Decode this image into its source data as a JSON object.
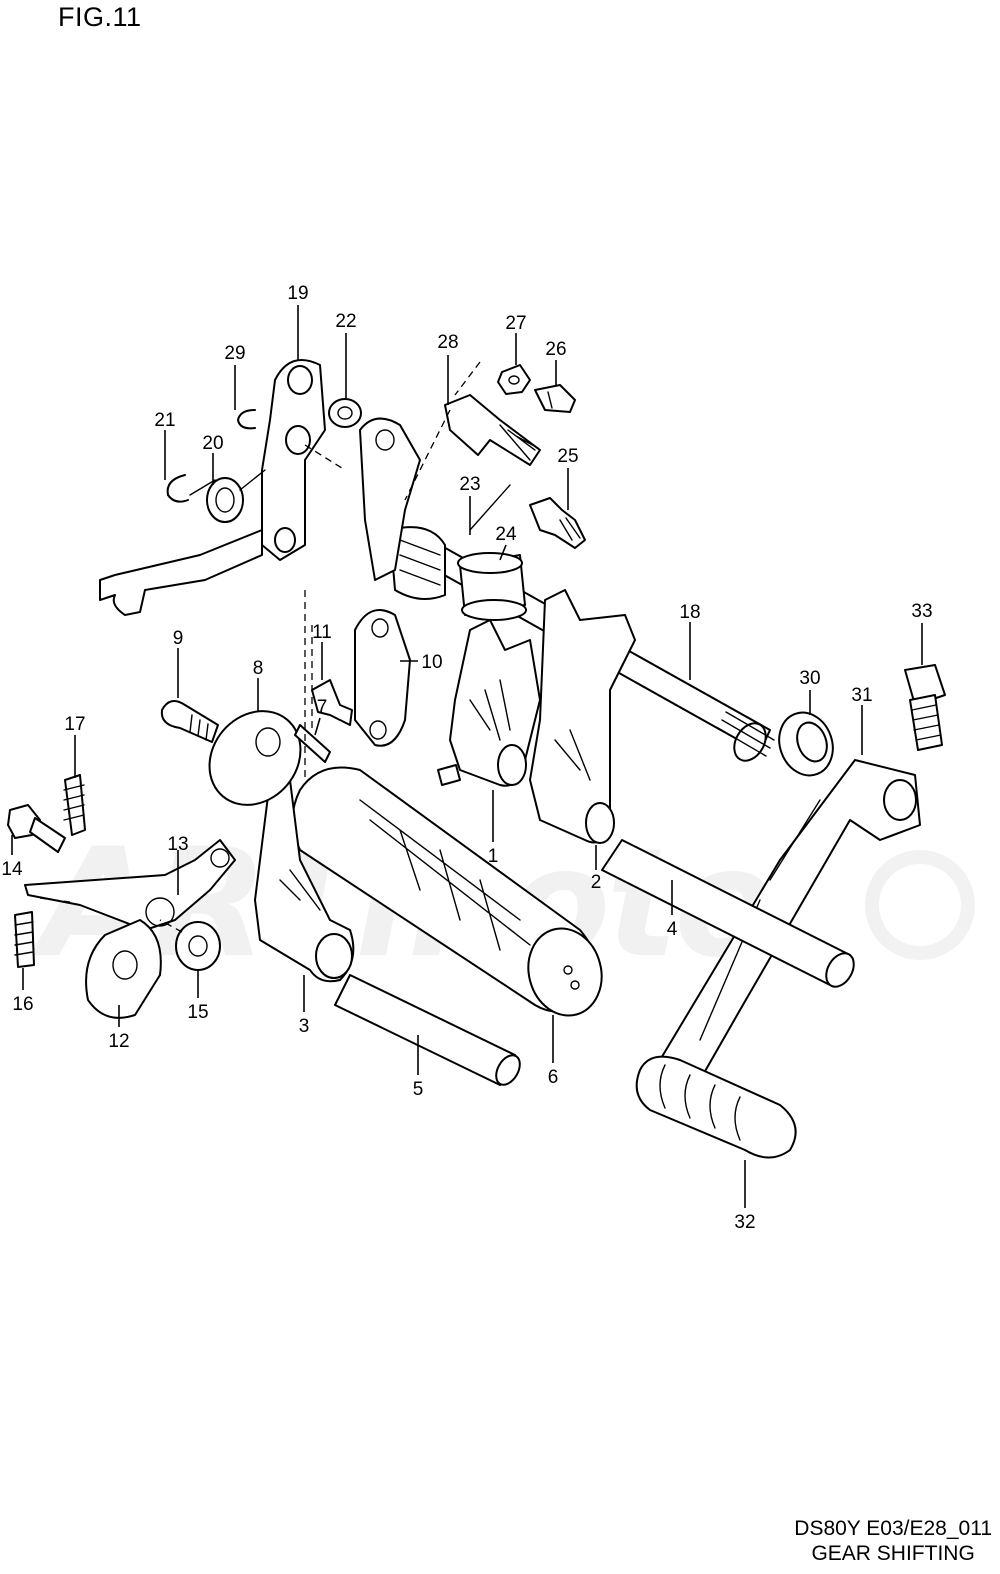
{
  "figure": {
    "title": "FIG.11"
  },
  "footer": {
    "model_code": "DS80Y  E03/E28_011",
    "section_name": "GEAR SHIFTING"
  },
  "watermark": {
    "text": "ARTmoto"
  },
  "callouts": [
    {
      "id": "1",
      "part": "gear-shift-fork-1"
    },
    {
      "id": "2",
      "part": "gear-shift-fork-2"
    },
    {
      "id": "3",
      "part": "gear-shift-fork-3"
    },
    {
      "id": "4",
      "part": "fork-shaft-long"
    },
    {
      "id": "5",
      "part": "fork-shaft-short"
    },
    {
      "id": "6",
      "part": "gear-shift-cam"
    },
    {
      "id": "7",
      "part": "cam-pin"
    },
    {
      "id": "8",
      "part": "cam-plate"
    },
    {
      "id": "9",
      "part": "screw"
    },
    {
      "id": "10",
      "part": "stopper-plate"
    },
    {
      "id": "11",
      "part": "screw"
    },
    {
      "id": "12",
      "part": "stopper-washer"
    },
    {
      "id": "13",
      "part": "cam-stopper"
    },
    {
      "id": "14",
      "part": "bolt"
    },
    {
      "id": "15",
      "part": "washer"
    },
    {
      "id": "16",
      "part": "spring"
    },
    {
      "id": "17",
      "part": "spring"
    },
    {
      "id": "18",
      "part": "gear-shift-shaft"
    },
    {
      "id": "19",
      "part": "shift-arm"
    },
    {
      "id": "20",
      "part": "spring"
    },
    {
      "id": "21",
      "part": "e-ring"
    },
    {
      "id": "22",
      "part": "bush"
    },
    {
      "id": "23",
      "part": "return-spring"
    },
    {
      "id": "24",
      "part": "collar"
    },
    {
      "id": "25",
      "part": "bolt"
    },
    {
      "id": "26",
      "part": "bolt"
    },
    {
      "id": "27",
      "part": "nut"
    },
    {
      "id": "28",
      "part": "shaft-stopper-bolt"
    },
    {
      "id": "29",
      "part": "clip"
    },
    {
      "id": "30",
      "part": "oil-seal"
    },
    {
      "id": "31",
      "part": "gear-shift-lever"
    },
    {
      "id": "32",
      "part": "lever-rubber"
    },
    {
      "id": "33",
      "part": "bolt"
    }
  ]
}
